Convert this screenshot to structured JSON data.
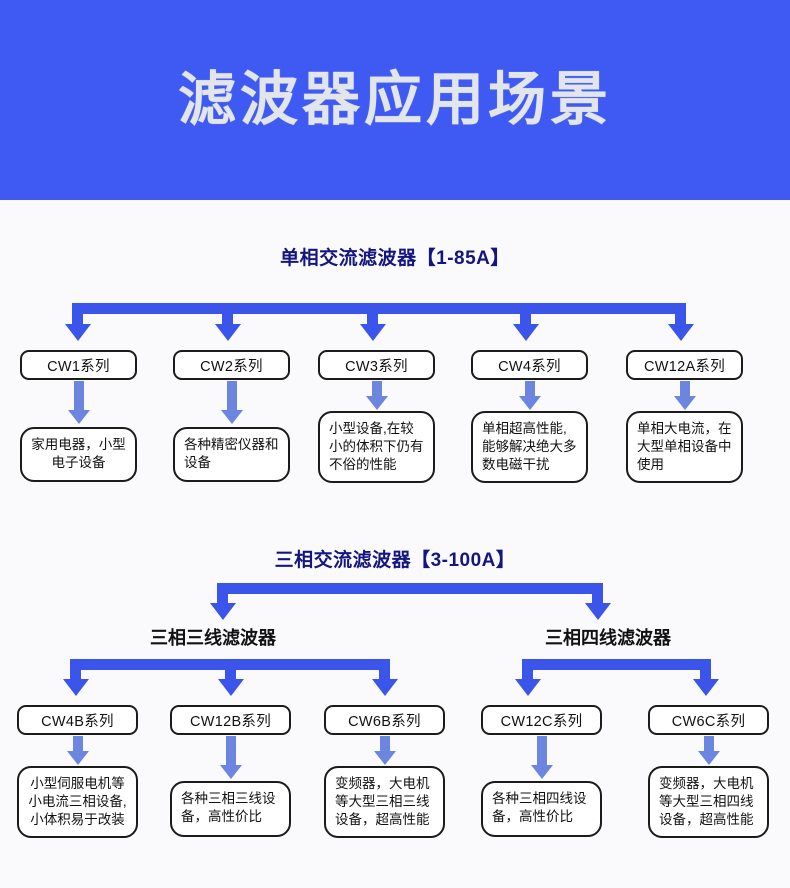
{
  "banner": {
    "title": "滤波器应用场景",
    "bg_color": "#3f5af2",
    "text_color": "#e2e5ea"
  },
  "page": {
    "bg_color": "#fafafc",
    "accent_blue": "#3b55ea",
    "light_blue": "#6c86e0",
    "heading_color": "#151580"
  },
  "sections": [
    {
      "id": "single-phase",
      "title": "单相交流滤波器【1-85A】",
      "items": [
        {
          "series": "CW1系列",
          "desc": "家用电器，小型\n电子设备"
        },
        {
          "series": "CW2系列",
          "desc": "各种精密仪器和\n设备"
        },
        {
          "series": "CW3系列",
          "desc": "小型设备,在较\n小的体积下仍有\n不俗的性能"
        },
        {
          "series": "CW4系列",
          "desc": "单相超高性能,\n能够解决绝大多\n数电磁干扰"
        },
        {
          "series": "CW12A系列",
          "desc": "单相大电流，在\n大型单相设备中\n使用"
        }
      ]
    },
    {
      "id": "three-phase",
      "title": "三相交流滤波器【3-100A】",
      "groups": [
        {
          "label": "三相三线滤波器",
          "items": [
            {
              "series": "CW4B系列",
              "desc": "小型伺服电机等\n小电流三相设备,\n小体积易于改装"
            },
            {
              "series": "CW12B系列",
              "desc": "各种三相三线设\n备，高性价比"
            },
            {
              "series": "CW6B系列",
              "desc": "变频器，大电机\n等大型三相三线\n设备，超高性能"
            }
          ]
        },
        {
          "label": "三相四线滤波器",
          "items": [
            {
              "series": "CW12C系列",
              "desc": "各种三相四线设\n备，高性价比"
            },
            {
              "series": "CW6C系列",
              "desc": "变频器，大电机\n等大型三相四线\n设备，超高性能"
            }
          ]
        }
      ]
    }
  ]
}
